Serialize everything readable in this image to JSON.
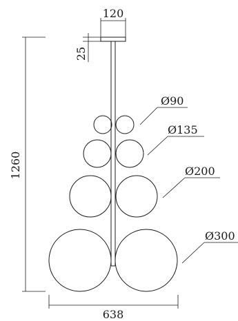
{
  "dimensions": {
    "canopy_width": "120",
    "canopy_height": "25",
    "total_height": "1260",
    "total_width": "638"
  },
  "diameters": [
    {
      "label": "Ø90"
    },
    {
      "label": "Ø135"
    },
    {
      "label": "Ø200"
    },
    {
      "label": "Ø300"
    }
  ]
}
